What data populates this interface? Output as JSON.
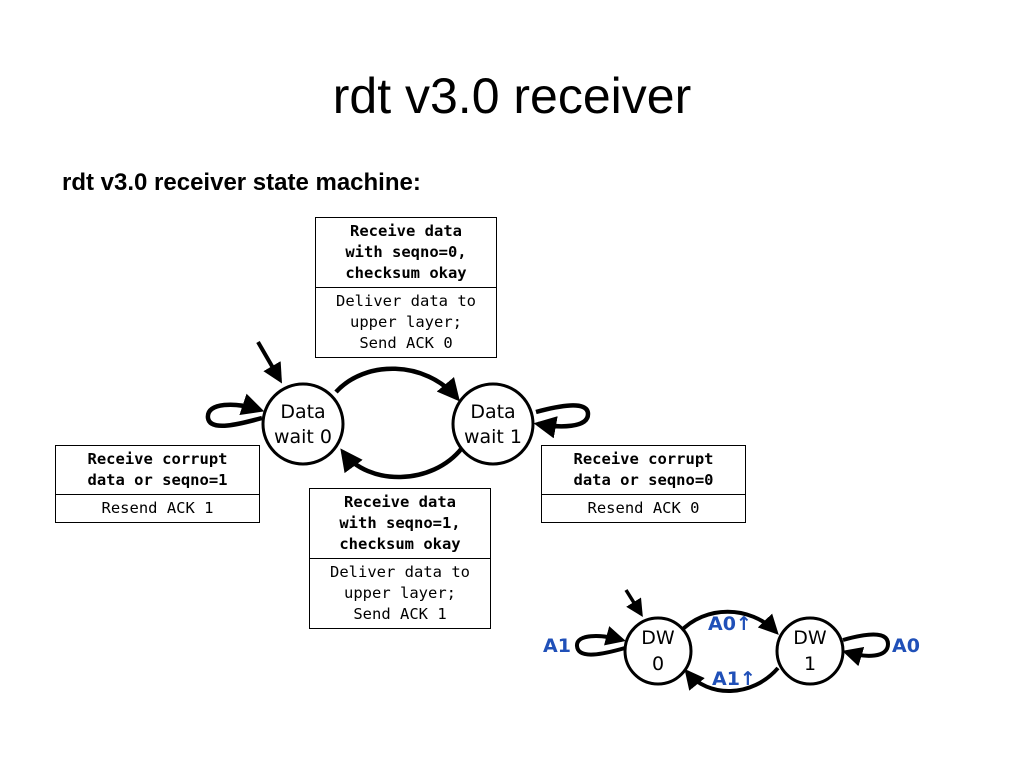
{
  "slide": {
    "title": "rdt v3.0 receiver",
    "subtitle": "rdt v3.0 receiver state machine:"
  },
  "main_fsm": {
    "states": [
      {
        "id": "wait0",
        "line1": "Data",
        "line2": "wait 0"
      },
      {
        "id": "wait1",
        "line1": "Data",
        "line2": "wait 1"
      }
    ],
    "transitions": {
      "top": {
        "condition": "Receive data\nwith seqno=0,\nchecksum okay",
        "action": "Deliver data to\nupper layer;\nSend ACK 0"
      },
      "bottom": {
        "condition": "Receive data\nwith seqno=1,\nchecksum okay",
        "action": "Deliver data to\nupper layer;\nSend ACK 1"
      },
      "left_loop": {
        "condition": "Receive corrupt\ndata or seqno=1",
        "action": "Resend ACK 1"
      },
      "right_loop": {
        "condition": "Receive corrupt\ndata or seqno=0",
        "action": "Resend ACK 0"
      }
    }
  },
  "mini_fsm": {
    "states": [
      {
        "id": "dw0",
        "line1": "DW",
        "line2": "0"
      },
      {
        "id": "dw1",
        "line1": "DW",
        "line2": "1"
      }
    ],
    "labels": {
      "left_loop": "A1",
      "right_loop": "A0",
      "top": "A0↑",
      "bottom": "A1↑"
    },
    "label_color": "#2050b8"
  }
}
